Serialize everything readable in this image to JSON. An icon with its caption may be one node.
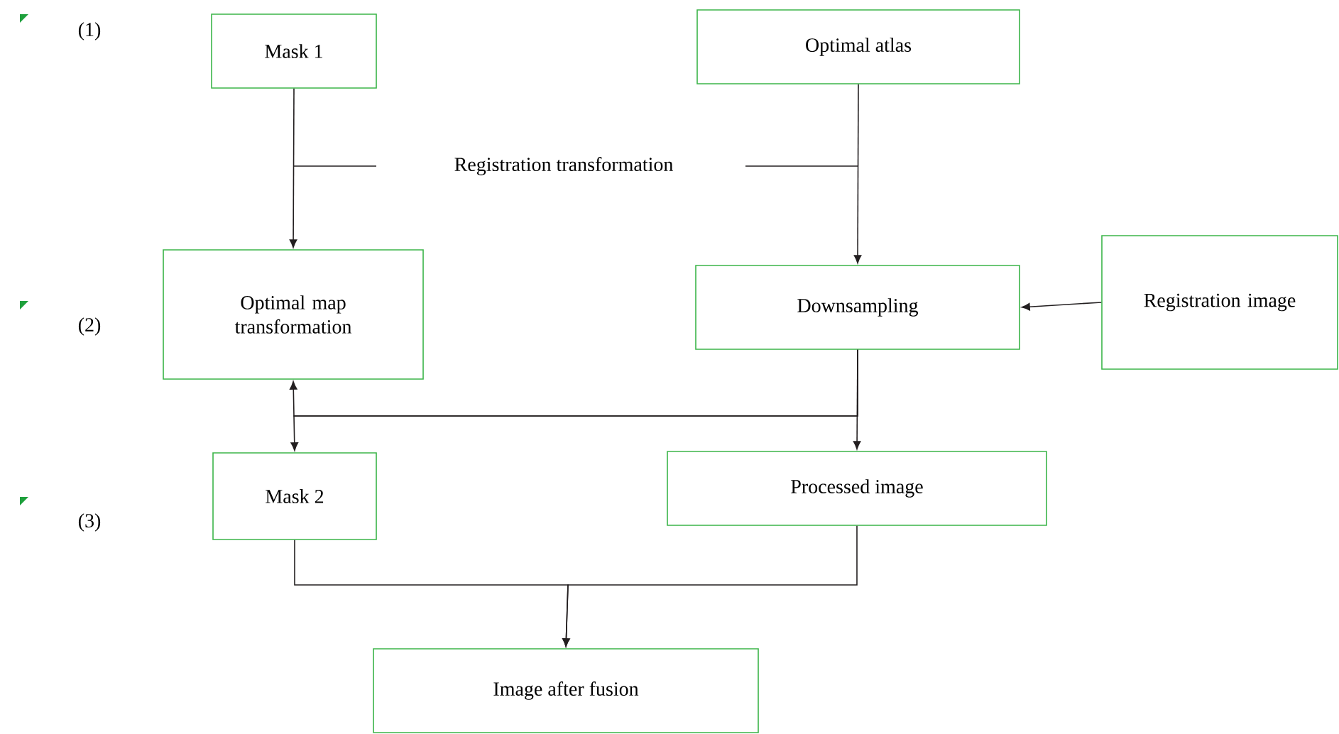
{
  "diagram": {
    "nodes": [
      {
        "text": [
          "Mask 1"
        ]
      },
      {
        "text": [
          "Optimal atlas"
        ]
      },
      {
        "text": [
          "Optimal map transformation"
        ]
      },
      {
        "text": [
          "Downsampling"
        ]
      },
      {
        "text": [
          "Registration image"
        ]
      },
      {
        "text": [
          "Mask 2"
        ]
      },
      {
        "text": [
          "Processed image"
        ]
      },
      {
        "text": [
          "Image after fusion"
        ]
      }
    ],
    "edges": [
      {
        "from": 0,
        "to": 2,
        "arrow": "to"
      },
      {
        "from": 1,
        "to": 3,
        "arrow": "to"
      },
      {
        "from": 4,
        "to": 3,
        "arrow": "to"
      },
      {
        "from": 3,
        "to": 2,
        "arrow": "to"
      },
      {
        "from": 3,
        "to": 5,
        "arrow": "to"
      },
      {
        "from": 3,
        "to": 6,
        "arrow": "to"
      },
      {
        "from": 5,
        "to": 7,
        "arrow": "to"
      },
      {
        "from": 6,
        "to": 7,
        "arrow": "to"
      }
    ],
    "labels": [
      "(1)",
      "(2)",
      "(3)",
      "Registration transformation"
    ]
  }
}
